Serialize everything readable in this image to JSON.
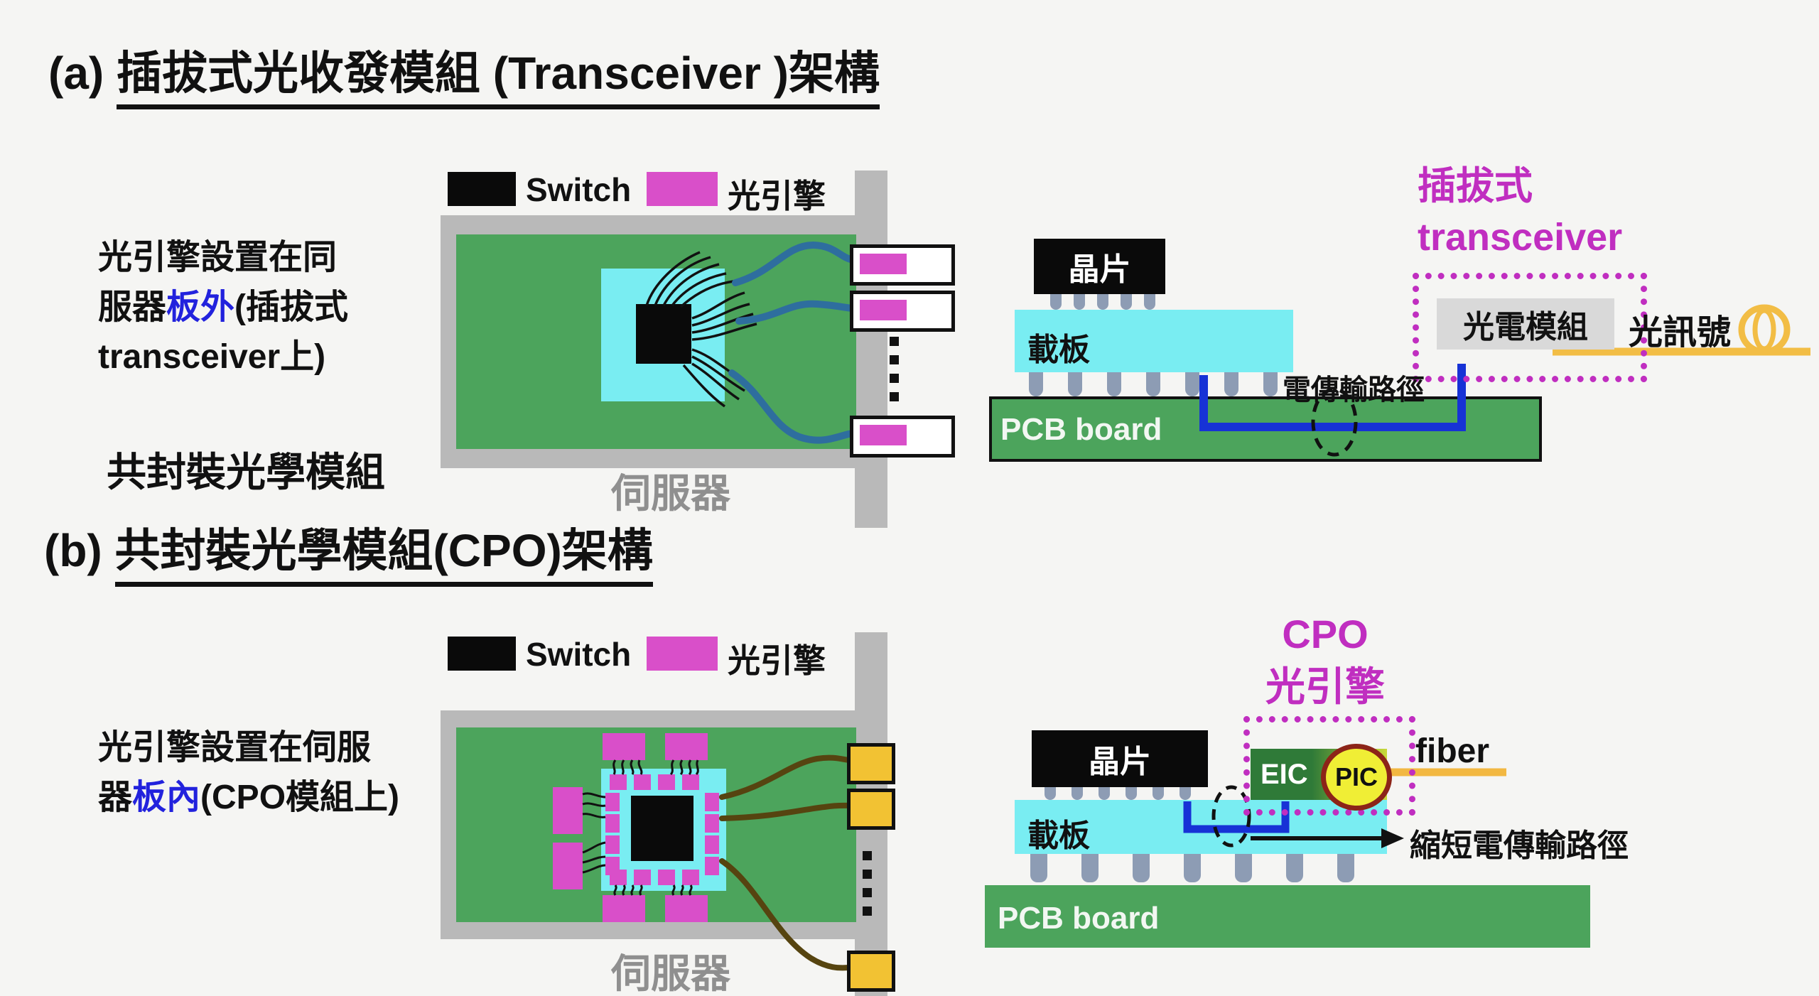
{
  "colors": {
    "bg": "#f5f5f3",
    "magenta": "#d94fc9",
    "magenta_dark": "#c02ec0",
    "board_green": "#4ca45c",
    "cyan": "#79edf2",
    "frame_gray": "#b9b9b9",
    "label_gray": "#8f8f8f",
    "blue_text": "#2222dd",
    "steel_blue": "#2e6e9e",
    "path_blue": "#1732d6",
    "yellow": "#f2c233",
    "fiber_yellow": "#f2bd45",
    "brown": "#564410",
    "pic_yellow": "#f0ee35",
    "pic_ring": "#8c2418",
    "eic_green": "#2f7a38",
    "eic_yellowgreen": "#c9d93a",
    "module_gray": "#d9d9d9",
    "bump": "#8d9cb4"
  },
  "section_a": {
    "tag": "(a) ",
    "title": "插拔式光收發模組 (Transceiver )架構",
    "desc_line1": "光引擎設置在同",
    "desc_line2_pre": "服器",
    "desc_line2_hl": "板外",
    "desc_line2_post": "(插拔式",
    "desc_line3": "transceiver上)",
    "note": "共封裝光學模組",
    "legend_switch": "Switch",
    "legend_engine": "光引擎",
    "server": "伺服器",
    "xsec": {
      "chip": "晶片",
      "substrate": "載板",
      "pcb": "PCB board",
      "epath": "電傳輸路徑",
      "module_title1": "插拔式",
      "module_title2": "transceiver",
      "module": "光電模組",
      "osignal": "光訊號"
    }
  },
  "section_b": {
    "tag": "(b) ",
    "title": "共封裝光學模組(CPO)架構",
    "desc_line1": "光引擎設置在伺服",
    "desc_line2_pre": "器",
    "desc_line2_hl": "板內",
    "desc_line2_post": "(CPO模組上)",
    "legend_switch": "Switch",
    "legend_engine": "光引擎",
    "server": "伺服器",
    "xsec": {
      "chip": "晶片",
      "substrate": "載板",
      "pcb": "PCB board",
      "cpo_title1": "CPO",
      "cpo_title2": "光引擎",
      "eic": "EIC",
      "pic": "PIC",
      "fiber": "fiber",
      "short_path": "縮短電傳輸路徑"
    }
  }
}
